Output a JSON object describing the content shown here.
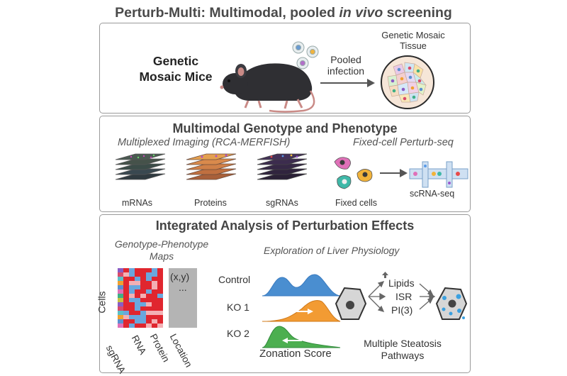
{
  "title": {
    "prefix": "Perturb-Multi: Multimodal, pooled ",
    "italic": "in vivo",
    "suffix": " screening"
  },
  "panel1": {
    "mice_label_line1": "Genetic",
    "mice_label_line2": "Mosaic Mice",
    "pooled_line1": "Pooled",
    "pooled_line2": "infection",
    "tissue_line1": "Genetic Mosaic",
    "tissue_line2": "Tissue"
  },
  "panel2": {
    "heading": "Multimodal Genotype and Phenotype",
    "imaging_title": "Multiplexed Imaging (RCA-MERFISH)",
    "perturbseq_title": "Fixed-cell Perturb-seq",
    "stacks": [
      "mRNAs",
      "Proteins",
      "sgRNAs"
    ],
    "fixed_cells": "Fixed cells",
    "scrnaseq": "scRNA-seq"
  },
  "panel3": {
    "heading": "Integrated Analysis of Perturbation Effects",
    "maps_line1": "Genotype-Phenotype",
    "maps_line2": "Maps",
    "cells_axis": "Cells",
    "coord": "(x,y)",
    "ellipsis": "...",
    "columns": [
      "sgRNA",
      "RNA",
      "Protein",
      "Location"
    ],
    "liver_title": "Exploration of Liver Physiology",
    "conditions": [
      "Control",
      "KO 1",
      "KO 2"
    ],
    "zonation": "Zonation Score",
    "pathways": [
      "Lipids",
      "ISR",
      "PI(3)"
    ],
    "steatosis_line1": "Multiple Steatosis",
    "steatosis_line2": "Pathways"
  },
  "colors": {
    "control": "#4a8ed0",
    "ko1": "#f29b33",
    "ko2": "#4caf50",
    "heat_red": "#e0262f",
    "heat_blue": "#6aa7dd",
    "location_gray": "#b4b4b4"
  }
}
